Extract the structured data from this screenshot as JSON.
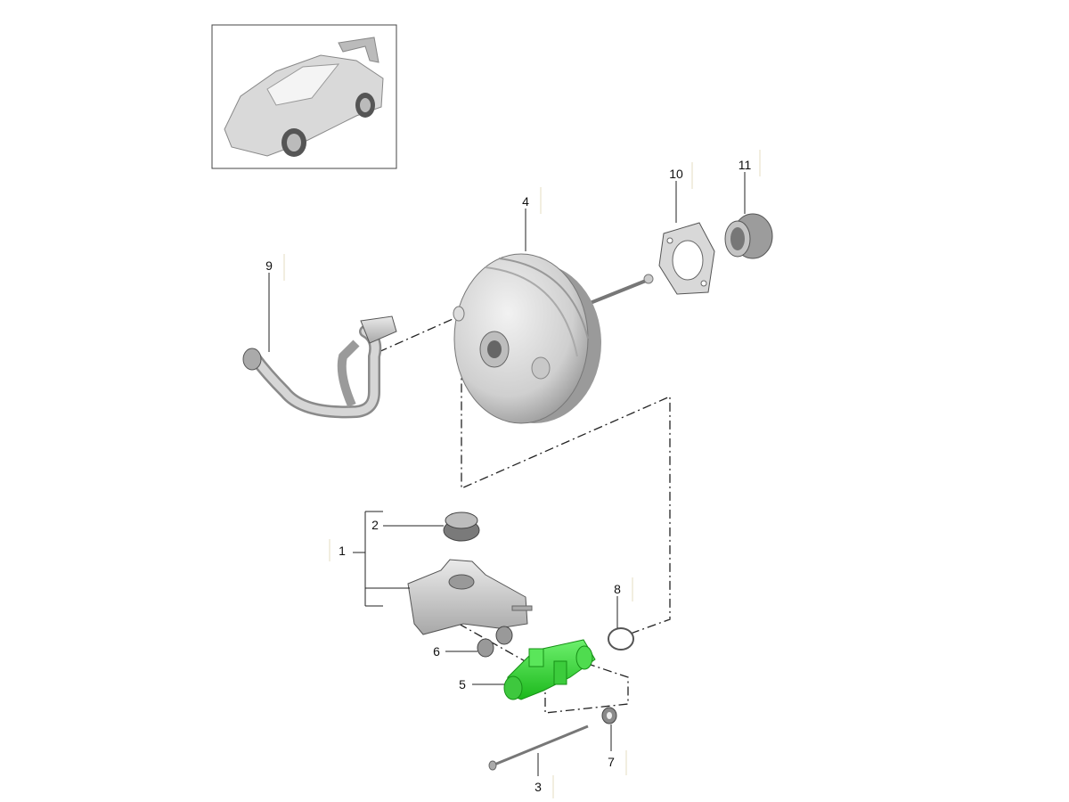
{
  "diagram": {
    "title": "Brake booster / master brake cylinder",
    "accent_color": "#27d427",
    "callouts": [
      {
        "id": "1",
        "label": "1"
      },
      {
        "id": "2",
        "label": "2"
      },
      {
        "id": "3",
        "label": "3"
      },
      {
        "id": "4",
        "label": "4"
      },
      {
        "id": "5",
        "label": "5"
      },
      {
        "id": "6",
        "label": "6"
      },
      {
        "id": "7",
        "label": "7"
      },
      {
        "id": "8",
        "label": "8"
      },
      {
        "id": "9",
        "label": "9"
      },
      {
        "id": "10",
        "label": "10"
      },
      {
        "id": "11",
        "label": "11"
      }
    ]
  }
}
